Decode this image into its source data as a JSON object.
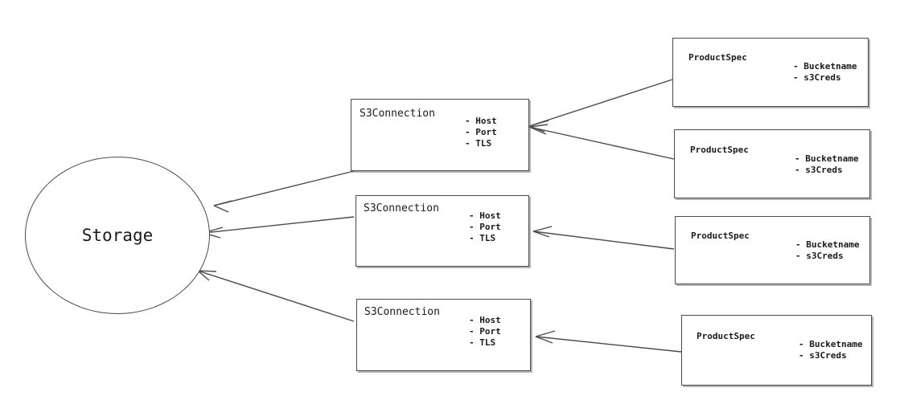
{
  "diagram": {
    "title_text": "Storage",
    "background": "#ffffff",
    "stroke_color": "#4a4a4a",
    "text_color": "#1b1b1b",
    "storage": {
      "label": "Storage"
    },
    "connections": [
      {
        "id": "s3connection-1",
        "title": "S3Connection",
        "attributes": [
          "- Host",
          "- Port",
          "- TLS"
        ]
      },
      {
        "id": "s3connection-2",
        "title": "S3Connection",
        "attributes": [
          "- Host",
          "- Port",
          "- TLS"
        ]
      },
      {
        "id": "s3connection-3",
        "title": "S3Connection",
        "attributes": [
          "- Host",
          "- Port",
          "- TLS"
        ]
      }
    ],
    "specs": [
      {
        "id": "productspec-1",
        "title": "ProductSpec",
        "attributes": [
          "- Bucketname",
          "- s3Creds"
        ]
      },
      {
        "id": "productspec-2",
        "title": "ProductSpec",
        "attributes": [
          "- Bucketname",
          "- s3Creds"
        ]
      },
      {
        "id": "productspec-3",
        "title": "ProductSpec",
        "attributes": [
          "- Bucketname",
          "- s3Creds"
        ]
      },
      {
        "id": "productspec-4",
        "title": "ProductSpec",
        "attributes": [
          "- Bucketname",
          "- s3Creds"
        ]
      }
    ],
    "edges": [
      {
        "id": "edge-conn1-to-storage",
        "from": "s3connection-1",
        "to": "storage"
      },
      {
        "id": "edge-conn2-to-storage",
        "from": "s3connection-2",
        "to": "storage"
      },
      {
        "id": "edge-conn3-to-storage",
        "from": "s3connection-3",
        "to": "storage"
      },
      {
        "id": "edge-spec1-to-conn1",
        "from": "productspec-1",
        "to": "s3connection-1"
      },
      {
        "id": "edge-spec2-to-conn1",
        "from": "productspec-2",
        "to": "s3connection-1"
      },
      {
        "id": "edge-spec3-to-conn2",
        "from": "productspec-3",
        "to": "s3connection-2"
      },
      {
        "id": "edge-spec4-to-conn3",
        "from": "productspec-4",
        "to": "s3connection-3"
      }
    ]
  }
}
